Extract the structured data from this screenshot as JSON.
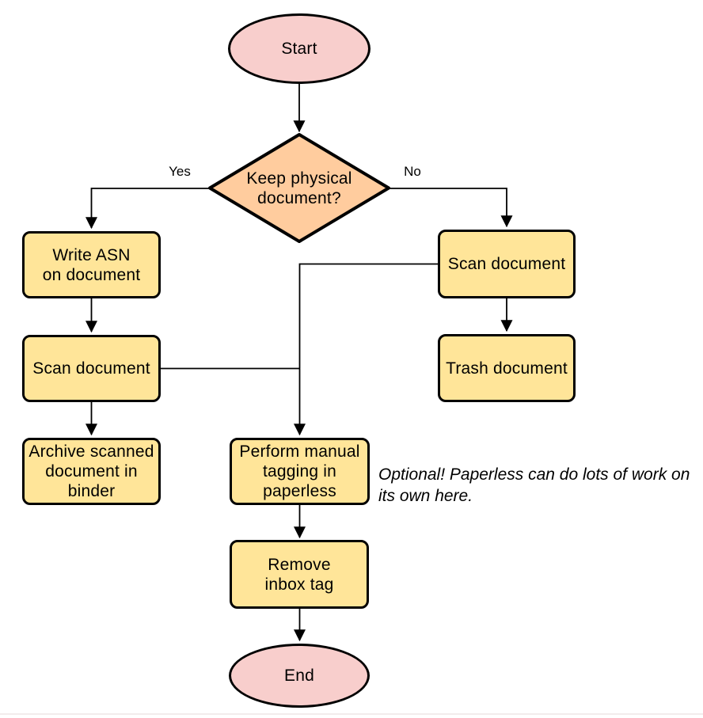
{
  "colors": {
    "process_fill": "#FFE599",
    "decision_fill": "#FFCC9E",
    "terminal_fill": "#F8CECC",
    "stroke": "#000000",
    "edge_color": "#000000",
    "background": "#FFFFFF",
    "canvas_edge_line": "#F2ECEC"
  },
  "diagram": {
    "nodes": {
      "start": {
        "label": "Start",
        "type": "terminal"
      },
      "decision": {
        "label": "Keep physical\ndocument?",
        "type": "decision"
      },
      "write_asn": {
        "label": "Write ASN\non document",
        "type": "process"
      },
      "scan_left": {
        "label": "Scan document",
        "type": "process"
      },
      "archive": {
        "label": "Archive scanned\ndocument in\nbinder",
        "type": "process"
      },
      "scan_right": {
        "label": "Scan document",
        "type": "process"
      },
      "trash": {
        "label": "Trash document",
        "type": "process"
      },
      "tagging": {
        "label": "Perform manual\ntagging in\npaperless",
        "type": "process"
      },
      "remove_inbox": {
        "label": "Remove\ninbox tag",
        "type": "process"
      },
      "end": {
        "label": "End",
        "type": "terminal"
      }
    },
    "edge_labels": {
      "yes": "Yes",
      "no": "No"
    },
    "annotation": "Optional! Paperless can do lots of work on\nits own here.",
    "edges": [
      {
        "from": "start",
        "to": "decision"
      },
      {
        "from": "decision",
        "to": "write_asn",
        "label": "Yes"
      },
      {
        "from": "decision",
        "to": "scan_right",
        "label": "No"
      },
      {
        "from": "write_asn",
        "to": "scan_left"
      },
      {
        "from": "scan_left",
        "to": "archive"
      },
      {
        "from": "scan_left",
        "to": "tagging"
      },
      {
        "from": "scan_right",
        "to": "tagging"
      },
      {
        "from": "scan_right",
        "to": "trash"
      },
      {
        "from": "tagging",
        "to": "remove_inbox"
      },
      {
        "from": "remove_inbox",
        "to": "end"
      }
    ]
  }
}
